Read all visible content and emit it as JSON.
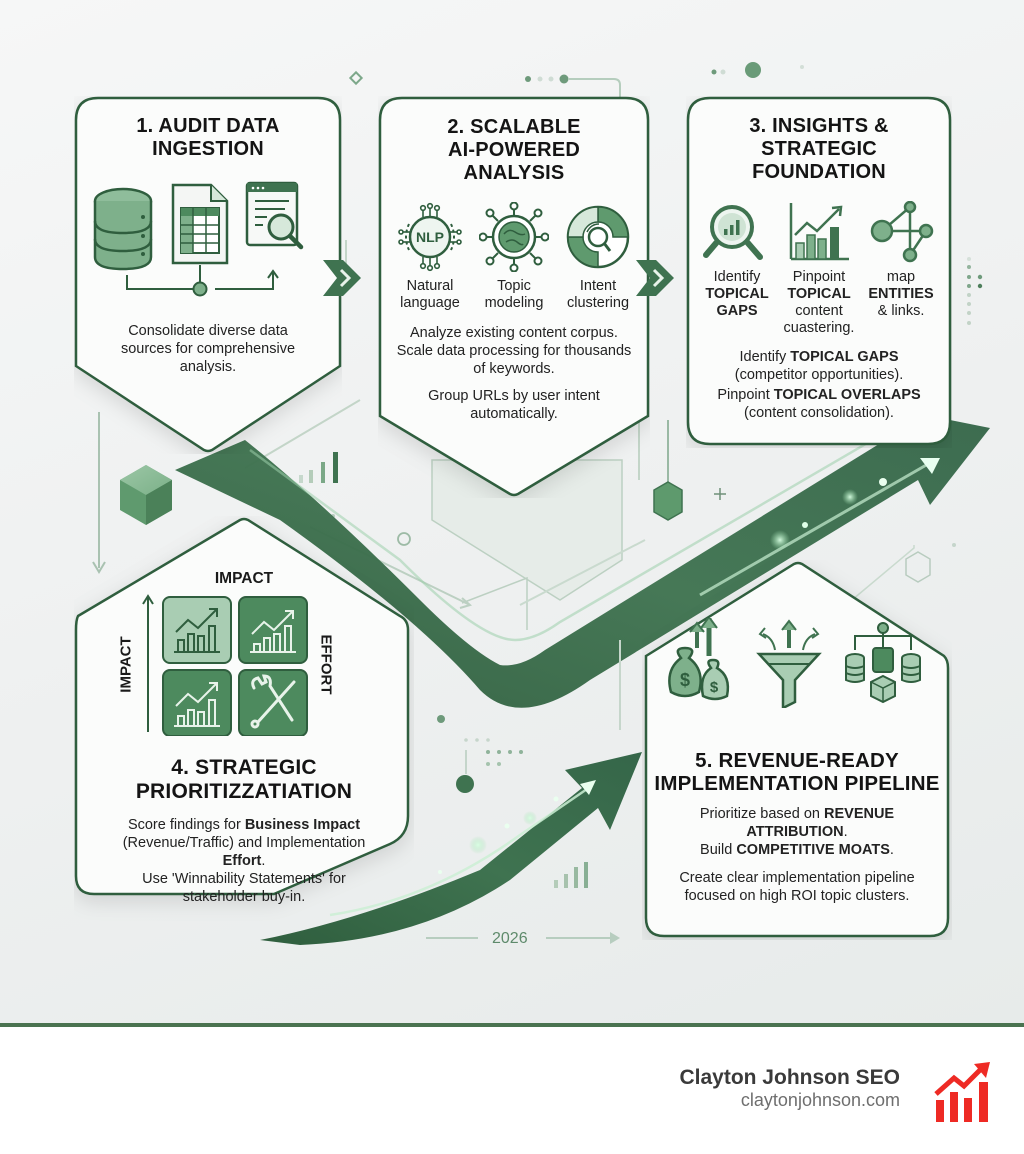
{
  "steps": [
    {
      "title_line1": "1. AUDIT DATA",
      "title_line2": "INGESTION",
      "icons": [
        "database-icon",
        "spreadsheet-icon",
        "web-page-search-icon"
      ],
      "description": "Consolidate diverse data sources for comprehensive analysis."
    },
    {
      "title_line1": "2. SCALABLE",
      "title_line2": "AI-POWERED",
      "title_line3": "ANALYSIS",
      "icons": [
        {
          "name": "nlp-icon",
          "label_line1": "Natural",
          "label_line2": "language",
          "glyph": "NLP"
        },
        {
          "name": "topic-network-icon",
          "label_line1": "Topic",
          "label_line2": "modeling"
        },
        {
          "name": "intent-cycle-icon",
          "label_line1": "Intent",
          "label_line2": "clustering"
        }
      ],
      "description_1": "Analyze existing content corpus. Scale data processing for thousands of keywords.",
      "description_2": "Group URLs by user intent automatically."
    },
    {
      "title_line1": "3. INSIGHTS &",
      "title_line2": "STRATEGIC",
      "title_line3": "FOUNDATION",
      "icons": [
        {
          "name": "magnifier-chart-icon",
          "label_line1": "Identify",
          "label_bold1": "TOPICAL",
          "label_bold2": "GAPS"
        },
        {
          "name": "growth-chart-icon",
          "label_line1": "Pinpoint",
          "label_bold1": "TOPICAL",
          "label_line3": "content",
          "label_line4": "cuastering."
        },
        {
          "name": "entity-graph-icon",
          "label_line1": "map",
          "label_bold1": "ENTITIES",
          "label_line3": "& links."
        }
      ],
      "description_1_pre": "Identify ",
      "description_1_bold": "TOPICAL GAPS",
      "description_1_post": "(competitor opportunities).",
      "description_2_pre": "Pinpoint ",
      "description_2_bold": "TOPICAL OVERLAPS",
      "description_2_post": "(content consolidation)."
    },
    {
      "matrix_top_label": "IMPACT",
      "matrix_left_label": "IMPACT",
      "matrix_right_label": "EFFORT",
      "matrix_tiles": [
        "growth-chart-icon",
        "growth-chart-icon",
        "growth-chart-icon",
        "wrench-screwdriver-icon"
      ],
      "title_line1": "4. STRATEGIC",
      "title_line2": "PRIORITIZZATIATION",
      "description_pre": "Score findings for ",
      "description_bold1": "Business Impact",
      "description_mid": "(Revenue/Traffic) and Implementation",
      "description_bold2": "Effort",
      "description_end": ".",
      "description_2": "Use 'Winnability Statements' for stakeholder buy-in."
    },
    {
      "icons": [
        "money-bags-arrows-icon",
        "funnel-icon",
        "data-pipeline-icon"
      ],
      "title_line1": "5. REVENUE-READY",
      "title_line2": "IMPLEMENTATION PIPELINE",
      "description_1_pre": "Prioritize based on ",
      "description_1_bold": "REVENUE ATTRIBUTION",
      "description_1_end": ".",
      "description_2_pre": "Build ",
      "description_2_bold": "COMPETITIVE MOATS",
      "description_2_end": ".",
      "description_3": "Create clear implementation pipeline focused on high ROI topic clusters."
    }
  ],
  "timeline": {
    "year": "2026"
  },
  "footer": {
    "brand_name": "Clayton Johnson SEO",
    "brand_url": "claytonjohnson.com",
    "logo": "red-growth-chart-icon"
  },
  "colors": {
    "primary_green": "#3f7350",
    "dark_green": "#2f5e3e",
    "mid_green": "#6aa27c",
    "light_green": "#a9cdb3",
    "pale_green": "#d6e8da",
    "background": "#eef0f0",
    "rule_green": "#4a7350",
    "brand_red": "#ee2a24",
    "footer_text": "#3a3a3a",
    "footer_url": "#6e6e6e"
  }
}
